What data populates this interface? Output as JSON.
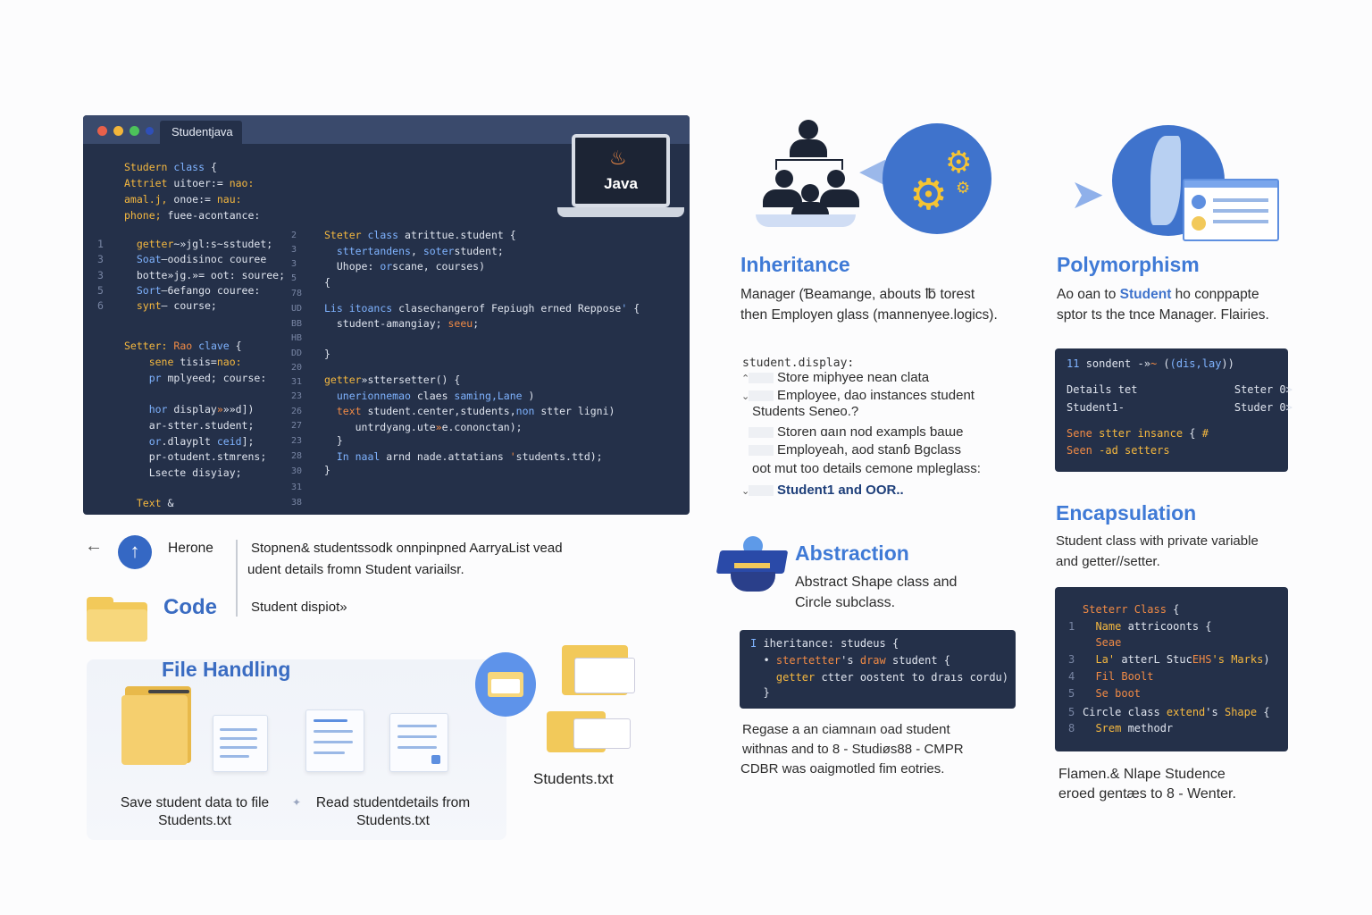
{
  "editor": {
    "tab_title": "Studentjava",
    "laptop_label": "Java",
    "left_code": [
      {
        "n": "",
        "parts": [
          [
            "kw",
            "Studern "
          ],
          [
            "bl",
            "class "
          ],
          [
            "tx",
            "{"
          ]
        ]
      },
      {
        "n": "",
        "parts": [
          [
            "kw",
            "Attriet "
          ],
          [
            "tx",
            "uitoer:= "
          ],
          [
            "kw",
            "nao:"
          ]
        ]
      },
      {
        "n": "",
        "parts": [
          [
            "kw",
            "amal.j,"
          ],
          [
            "tx",
            " onoe:= "
          ],
          [
            "kw",
            "nau:"
          ]
        ]
      },
      {
        "n": "",
        "parts": [
          [
            "kw",
            "phone; "
          ],
          [
            "tx",
            "fuee-acontance:"
          ]
        ]
      },
      {
        "n": "1",
        "parts": [
          [
            "kw",
            "  getter"
          ],
          [
            "tx",
            "~»jgl:s~sstudet;"
          ]
        ]
      },
      {
        "n": "3",
        "parts": [
          [
            "bl",
            "  Soat"
          ],
          [
            "tx",
            "—oodisinoc couree"
          ]
        ]
      },
      {
        "n": "3",
        "parts": [
          [
            "tx",
            "  botte"
          ],
          [
            "tx",
            "»jg.»= oot: souree;"
          ]
        ]
      },
      {
        "n": "5",
        "parts": [
          [
            "bl",
            "  Sort"
          ],
          [
            "tx",
            "—6efango couree:"
          ]
        ]
      },
      {
        "n": "6",
        "parts": [
          [
            "kw",
            "  synt"
          ],
          [
            "tx",
            "— course;"
          ]
        ]
      },
      {
        "n": "",
        "parts": [
          [
            "kw",
            "Setter: "
          ],
          [
            "or",
            "Rao "
          ],
          [
            "bl",
            "clave "
          ],
          [
            "tx",
            "{"
          ]
        ]
      },
      {
        "n": "",
        "parts": [
          [
            "kw",
            "    sene "
          ],
          [
            "tx",
            "tisis="
          ],
          [
            "kw",
            "nao:"
          ]
        ]
      },
      {
        "n": "",
        "parts": [
          [
            "bl",
            "    pr "
          ],
          [
            "tx",
            "mplyeed; course:"
          ]
        ]
      },
      {
        "n": "",
        "parts": [
          [
            "bl",
            "    hor "
          ],
          [
            "tx",
            "display"
          ],
          [
            "or",
            "»"
          ],
          [
            "tx",
            "»»d])"
          ]
        ]
      },
      {
        "n": "",
        "parts": [
          [
            "tx",
            "    ar-stter.student;"
          ]
        ]
      },
      {
        "n": "",
        "parts": [
          [
            "bl",
            "    or"
          ],
          [
            "tx",
            ".dlayplt "
          ],
          [
            "bl",
            "ceid"
          ],
          [
            "tx",
            "];"
          ]
        ]
      },
      {
        "n": "",
        "parts": [
          [
            "tx",
            "    pr-otudent.stmrens;"
          ]
        ]
      },
      {
        "n": "",
        "parts": [
          [
            "tx",
            "    Lsecte disyiay;"
          ]
        ]
      },
      {
        "n": "",
        "parts": [
          [
            "kw",
            "  Text "
          ],
          [
            "tx",
            "&"
          ]
        ]
      }
    ],
    "mid_numbers": [
      "2",
      "3",
      "3",
      "5",
      "78",
      "UD",
      "BB",
      "HB",
      "DD",
      "20",
      "31",
      "23",
      "26",
      "27",
      "23",
      "28",
      "30",
      "31",
      "38"
    ],
    "right_code": [
      {
        "parts": [
          [
            "kw",
            "Steter "
          ],
          [
            "bl",
            "class "
          ],
          [
            "tx",
            "atrittue.student {"
          ]
        ]
      },
      {
        "parts": [
          [
            "tx",
            "  "
          ],
          [
            "bl",
            "sttertandens"
          ],
          [
            "tx",
            ", "
          ],
          [
            "bl",
            "soter"
          ],
          [
            "tx",
            "student;"
          ]
        ]
      },
      {
        "parts": [
          [
            "tx",
            "  Uhope: "
          ],
          [
            "bl",
            "or"
          ],
          [
            "tx",
            "scane, courses)"
          ]
        ]
      },
      {
        "parts": [
          [
            "tx",
            "{"
          ]
        ]
      },
      {
        "parts": [
          [
            "bl",
            "Lis "
          ],
          [
            "bl",
            "itoancs "
          ],
          [
            "tx",
            "clasechangerof Fepiugh erned Reppose"
          ],
          [
            "bl",
            "'"
          ],
          [
            "tx",
            " {"
          ]
        ]
      },
      {
        "parts": [
          [
            "tx",
            "  student-amangiay; "
          ],
          [
            "or",
            "seeu"
          ],
          [
            "tx",
            ";"
          ]
        ]
      },
      {
        "parts": [
          [
            "tx",
            "}"
          ]
        ]
      },
      {
        "parts": [
          [
            "kw",
            "getter"
          ],
          [
            "tx",
            "»sttersetter() {"
          ]
        ]
      },
      {
        "parts": [
          [
            "tx",
            "  "
          ],
          [
            "bl",
            "unerionnemao "
          ],
          [
            "tx",
            "claes "
          ],
          [
            "bl",
            "saming,Lane "
          ],
          [
            "tx",
            ")"
          ]
        ]
      },
      {
        "parts": [
          [
            "tx",
            "  "
          ],
          [
            "or",
            "text "
          ],
          [
            "tx",
            "student.center,students,"
          ],
          [
            "bl",
            "non "
          ],
          [
            "tx",
            "stter ligni)"
          ]
        ]
      },
      {
        "parts": [
          [
            "tx",
            "     untrdyang.ute"
          ],
          [
            "or",
            "»"
          ],
          [
            "tx",
            "e.cononctan);"
          ]
        ]
      },
      {
        "parts": [
          [
            "tx",
            "  }"
          ]
        ]
      },
      {
        "parts": [
          [
            "bl",
            "  In "
          ],
          [
            "bl",
            "naal "
          ],
          [
            "tx",
            "arnd nade.attatians "
          ],
          [
            "or",
            "'"
          ],
          [
            "tx",
            "students.ttd);"
          ]
        ]
      },
      {
        "parts": [
          [
            "tx",
            "}"
          ]
        ]
      }
    ]
  },
  "below_editor": {
    "back_arrow": "←",
    "heading_label": "Herone",
    "code_label": "Code",
    "desc_line1": "Stopnen& studentssodk onnpinpned AarryaList vead",
    "desc_line2": "udent details fromn Student variailsr.",
    "desc_line3": "Student dispiot»"
  },
  "file_handling": {
    "title": "File Handling",
    "save_line1": "Save student data to file",
    "save_line2": "Students.txt",
    "read_line1": "Read studentdetails from",
    "read_line2": "Students.txt",
    "file_label": "Students.txt"
  },
  "inheritance": {
    "title": "Inheritance",
    "text_line1": "Manager (Ɓeamange, abouts ℔ torest",
    "text_line2": "then Employen glass (mannenyee.logics).",
    "list_head": "student.display:",
    "items": [
      {
        "mark": "⌃",
        "text": "Store miphyee nean clata"
      },
      {
        "mark": "⌄",
        "text": "Employee, dao instances student"
      },
      {
        "mark": "",
        "text": "Students Seneo.?"
      },
      {
        "mark": "",
        "text": "Storen ɑaın nod exampls ƅaɯe"
      },
      {
        "mark": "",
        "text": "Employeah, aod stanɓ Bgclass"
      },
      {
        "mark": "",
        "text": "oot mut too details cemone mpleglass:"
      },
      {
        "mark": "⌄",
        "text": "Student1 and OOR.."
      }
    ]
  },
  "polymorphism": {
    "title": "Polymorphism",
    "text_line1_a": "Ao oan to ",
    "text_line1_b": "Student",
    "text_line1_c": " ho conppapte",
    "text_line2": "sptor ts the tnce Manager. Flairies.",
    "code": [
      {
        "parts": [
          [
            "bl",
            "11 "
          ],
          [
            "tx",
            "sondent -»"
          ],
          [
            "or",
            "~"
          ],
          [
            "tx",
            " ("
          ],
          [
            "bl",
            "(dis,lay"
          ],
          [
            "tx",
            "))"
          ]
        ]
      },
      {
        "parts": [
          [
            "tx",
            "Details tet               Steter 0>"
          ]
        ]
      },
      {
        "parts": [
          [
            "tx",
            "Student1-                 Studer 0>"
          ]
        ]
      },
      {
        "parts": [
          [
            "or",
            "Sene "
          ],
          [
            "kw",
            "stter insance "
          ],
          [
            "tx",
            "{ "
          ],
          [
            "kw",
            "#"
          ]
        ]
      },
      {
        "parts": [
          [
            "or",
            "Seen "
          ],
          [
            "kw",
            "-ad setters"
          ]
        ]
      }
    ]
  },
  "abstraction": {
    "title": "Abstraction",
    "text_line1": "Abstract Shape class and",
    "text_line2": "Circle subclass.",
    "code": [
      {
        "parts": [
          [
            "bl",
            "I "
          ],
          [
            "tx",
            "iheritance: studeus {"
          ]
        ]
      },
      {
        "parts": [
          [
            "tx",
            "  • "
          ],
          [
            "or",
            "stertetter"
          ],
          [
            "tx",
            "'s "
          ],
          [
            "or",
            "draw "
          ],
          [
            "tx",
            "student {"
          ]
        ]
      },
      {
        "parts": [
          [
            "kw",
            "    getter "
          ],
          [
            "tx",
            "ctter oostent to draıs cordu)"
          ]
        ]
      },
      {
        "parts": [
          [
            "tx",
            "  }"
          ]
        ]
      }
    ],
    "after_line1": "Regase a an ciamnaın oad student",
    "after_line2": "withnas and to 8 - Studiøs88 - CMPR",
    "after_line3": "CDBR was oaigmotled fim eotries."
  },
  "encapsulation": {
    "title": "Encapsulation",
    "text_line1": "Student class with private variable",
    "text_line2": "and getter//setter.",
    "code": [
      {
        "n": "",
        "parts": [
          [
            "or",
            "Steterr Class "
          ],
          [
            "tx",
            "{"
          ]
        ]
      },
      {
        "n": "1",
        "parts": [
          [
            "kw",
            "  Name "
          ],
          [
            "tx",
            "attricoonts {"
          ]
        ]
      },
      {
        "n": "",
        "parts": [
          [
            "or",
            "  Seae"
          ]
        ]
      },
      {
        "n": "3",
        "parts": [
          [
            "kw",
            "  La' "
          ],
          [
            "tx",
            "atterL Stuc"
          ],
          [
            "or",
            "EHS"
          ],
          [
            "kw",
            "'s Marks"
          ],
          [
            "tx",
            ")"
          ]
        ]
      },
      {
        "n": "4",
        "parts": [
          [
            "or",
            "  Fil Boolt"
          ]
        ]
      },
      {
        "n": "5",
        "parts": [
          [
            "or",
            "  Se boot"
          ]
        ]
      },
      {
        "n": "5",
        "parts": [
          [
            "tx",
            "Circle class "
          ],
          [
            "kw",
            "extend"
          ],
          [
            "tx",
            "'s "
          ],
          [
            "kw",
            "Shape "
          ],
          [
            "tx",
            "{"
          ]
        ]
      },
      {
        "n": "8",
        "parts": [
          [
            "kw",
            "  Srem "
          ],
          [
            "tx",
            "methodr"
          ]
        ]
      }
    ],
    "after_line1": "Flamen.& Nlape Studence",
    "after_line2": "eroed gentæs to 8 - Wenter."
  },
  "colors": {
    "accent": "#3f7ad6",
    "editor_bg": "#243049",
    "folder": "#f2c95a"
  }
}
